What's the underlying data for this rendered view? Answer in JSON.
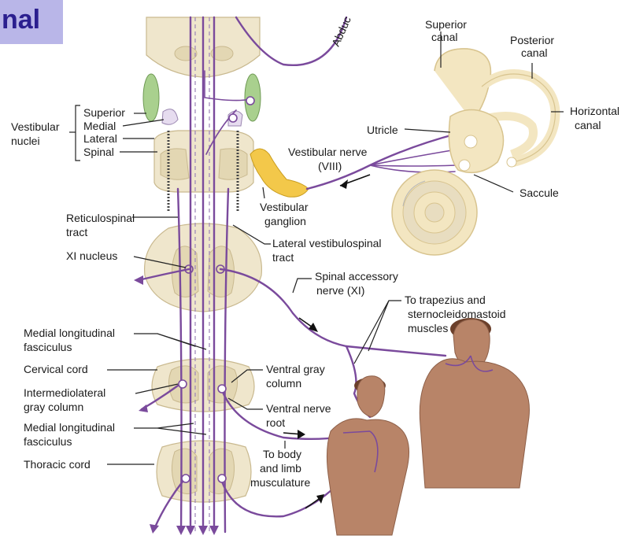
{
  "header": {
    "title_fragment": "nal"
  },
  "labels": {
    "abducens_fragment": "Abduc",
    "superior_canal_1": "Superior",
    "superior_canal_2": "canal",
    "posterior_canal_1": "Posterior",
    "posterior_canal_2": "canal",
    "horizontal_canal_1": "Horizontal",
    "horizontal_canal_2": "canal",
    "utricle": "Utricle",
    "saccule": "Saccule",
    "vestibular_nuclei_1": "Vestibular",
    "vestibular_nuclei_2": "nuclei",
    "superior": "Superior",
    "medial": "Medial",
    "lateral": "Lateral",
    "spinal": "Spinal",
    "vestibular_nerve_1": "Vestibular nerve",
    "vestibular_nerve_2": "(VIII)",
    "vestibular_ganglion_1": "Vestibular",
    "vestibular_ganglion_2": "ganglion",
    "reticulospinal_1": "Reticulospinal",
    "reticulospinal_2": "tract",
    "lateral_vestibulospinal_1": "Lateral vestibulospinal",
    "lateral_vestibulospinal_2": "tract",
    "xi_nucleus": "XI nucleus",
    "spinal_accessory_1": "Spinal accessory",
    "spinal_accessory_2": "nerve (XI)",
    "trapezius_1": "To trapezius and",
    "trapezius_2": "sternocleidomastoid",
    "trapezius_3": "muscles",
    "mlf_upper_1": "Medial longitudinal",
    "mlf_upper_2": "fasciculus",
    "cervical_cord": "Cervical cord",
    "ventral_gray_1": "Ventral gray",
    "ventral_gray_2": "column",
    "intermediolateral_1": "Intermediolateral",
    "intermediolateral_2": "gray column",
    "ventral_root_1": "Ventral nerve",
    "ventral_root_2": "root",
    "mlf_lower_1": "Medial longitudinal",
    "mlf_lower_2": "fasciculus",
    "to_body_1": "To body",
    "to_body_2": "and limb",
    "to_body_3": "musculature",
    "thoracic_cord": "Thoracic cord"
  },
  "colors": {
    "nerve": "#7a4a9c",
    "ganglion": "#f3c84a",
    "superior_nucleus": "#a9d08e",
    "medial_nucleus": "#e6dcef",
    "title_chip": "#b9b6e8"
  }
}
